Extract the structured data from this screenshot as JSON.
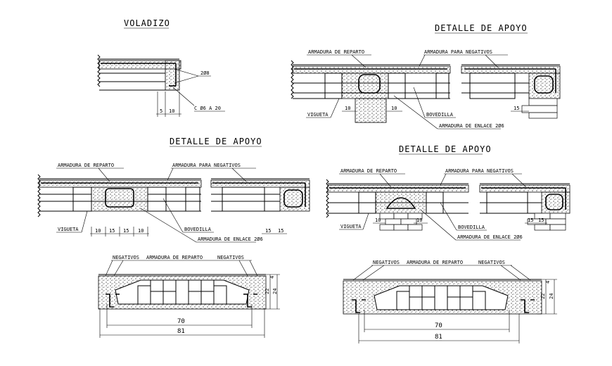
{
  "titles": {
    "voladizo": "VOLADIZO",
    "detalle_apoyo": "DETALLE DE APOYO"
  },
  "labels": {
    "armadura_reparto": "ARMADURA DE REPARTO",
    "armadura_negativos": "ARMADURA PARA NEGATIVOS",
    "armadura_enlace": "ARMADURA DE ENLACE 2Ø6",
    "bovedilla": "BOVEDILLA",
    "vigueta": "VIGUETA",
    "negativos": "NEGATIVOS",
    "two_phi_eight": "2Ø8",
    "estribos": "C Ø6 A 20"
  },
  "dimensions": {
    "d5": "5",
    "d10": "10",
    "d15": "15",
    "d70": "70",
    "d81": "81",
    "d4": "4",
    "d22": "22",
    "d24": "24"
  }
}
